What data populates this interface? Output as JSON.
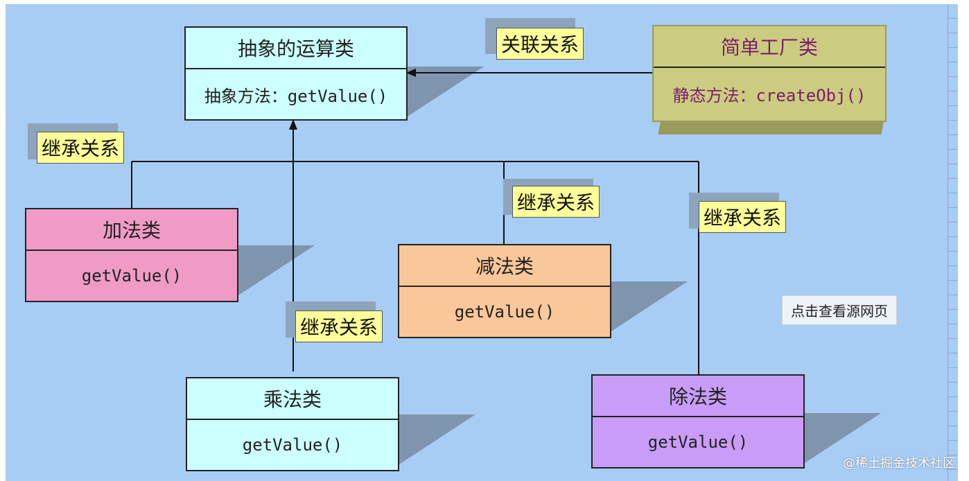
{
  "colors": {
    "background": "#a7cdf4",
    "abstract_class": "#ccffff",
    "factory_class": "#cccc80",
    "add_class": "#f09bc6",
    "sub_class": "#f9c799",
    "mul_class": "#ccffff",
    "div_class": "#c99cf7",
    "label_bg": "#ffff99"
  },
  "classes": {
    "abstract": {
      "name": "抽象的运算类",
      "method": "抽象方法：getValue()"
    },
    "factory": {
      "name": "简单工厂类",
      "method": "静态方法：createObj()"
    },
    "add": {
      "name": "加法类",
      "method": "getValue()"
    },
    "sub": {
      "name": "减法类",
      "method": "getValue()"
    },
    "mul": {
      "name": "乘法类",
      "method": "getValue()"
    },
    "div": {
      "name": "除法类",
      "method": "getValue()"
    }
  },
  "labels": {
    "association": "关联关系",
    "inherit_add": "继承关系",
    "inherit_sub": "继承关系",
    "inherit_mul": "继承关系",
    "inherit_div": "继承关系"
  },
  "tooltip": "点击查看源网页",
  "watermark": "@稀土掘金技术社区"
}
